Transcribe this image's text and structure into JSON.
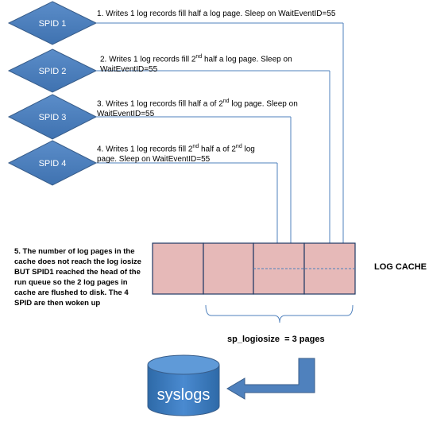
{
  "spids": [
    {
      "label": "SPID 1"
    },
    {
      "label": "SPID 2"
    },
    {
      "label": "SPID 3"
    },
    {
      "label": "SPID 4"
    }
  ],
  "steps": [
    {
      "text": "1. Writes 1 log records fill half a log page. Sleep on WaitEventID=55"
    },
    {
      "text_a": "2. Writes 1 log records fill 2",
      "sup": "nd",
      "text_b": " half a log page. Sleep on",
      "text_c": "WaitEventID=55"
    },
    {
      "text_a": "3. Writes 1 log records fill half a of 2",
      "sup": "nd",
      "text_b": " log page. Sleep on",
      "text_c": "WaitEventID=55"
    },
    {
      "text_a": "4. Writes 1 log records fill 2",
      "sup1": "nd",
      "text_b": " half a of 2",
      "sup2": "nd",
      "text_c": " log",
      "text_d": "page. Sleep on WaitEventID=55"
    }
  ],
  "note": {
    "lines": [
      "5. The number of log pages in the",
      "cache does not reach the log iosize",
      "BUT SPID1 reached the head of the",
      "run queue so the 2 log pages in",
      "cache are flushed to disk. The 4",
      "SPID are then woken up"
    ]
  },
  "log_cache": {
    "label": "LOG CACHE",
    "pages": 4
  },
  "logiosize": {
    "label": "sp_logiosize  = 3 pages"
  },
  "syslogs": {
    "label": "syslogs"
  },
  "colors": {
    "diamond_fill": "#4f81bd",
    "diamond_stroke": "#385d8a",
    "cache_fill": "#e6b9b8",
    "cache_stroke": "#1f3864",
    "line": "#4f81bd",
    "arrow_fill": "#4f81bd"
  }
}
